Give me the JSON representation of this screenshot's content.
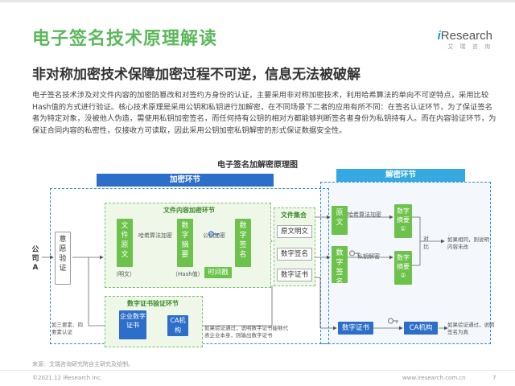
{
  "title": "电子签名技术原理解读",
  "subtitle": "非对称加密技术保障加密过程不可逆，信息无法被破解",
  "body_text": "电子签名技术涉及对文件内容的加密防篡改和对签约方身份的认证，主要采用非对称加密技术，利用哈希算法的单向不可逆特点，采用比较Hash值的方式进行验证。核心技术原理是采用公钥和私钥进行加解密，在不同场景下二者的应用有所不同：在签名认证环节，为了保证签名者为特定对象，没被他人伪造，需使用私钥加密签名，而任何持有公钥的相对方都能够判断签名者身份为私钥持有人。而在内容验证环节，为保证合同内容的私密性，仅接收方可读取，因此采用公钥加密私钥解密的形式保证数据安全性。",
  "logo": {
    "brand_prefix": "i",
    "brand_suffix": "Research",
    "tagline": "艾 瑞 咨 询"
  },
  "diagram": {
    "title": "电子签名加解密原理图",
    "enc_header": "加密环节",
    "dec_header": "解密环节",
    "company": "公司A",
    "intent": "意愿验证",
    "intent_note": "如三要素、四要素认证",
    "file_zone_title": "文件内容加密环节",
    "plain": "文件原文",
    "plain_note": "（明文）",
    "hash_algo": "哈希算法加密",
    "digest": "数字摘要",
    "hash_note": "（Hash值）",
    "pubkey_enc": "公钥加密",
    "signature": "数字签名",
    "timestamp": "时间戳",
    "cert_zone_title": "数字证书验证环节",
    "enterprise_cert": "企业数字证书",
    "ca": "CA机构",
    "verify_note": "如果验证通过，说明数字证书能够代表企业本身，则输出数字证书",
    "fileset_title": "文件集合",
    "fileset_plain": "原文明文",
    "fileset_sig": "数字签名",
    "fileset_cert": "数字证书",
    "dec_plain": "原文",
    "dec_hash_algo": "哈希算法加密",
    "dec_digest1": "数字摘要①",
    "dec_sig": "数字签名",
    "privkey_dec": "私钥解密",
    "dec_digest2": "数字摘要②",
    "compare": "对比",
    "compare_note": "如果相同，则说明内容未改",
    "dec_cert": "数字证书",
    "dec_ca": "CA机构",
    "dec_ca_note": "如果验证通过，说明签名为真"
  },
  "source": "来源：艾瑞咨询研究院自主研究及绘制。",
  "copyright": "©2021.12 iResearch Inc.",
  "website": "www.iresearch.com.cn",
  "page_number": "7",
  "colors": {
    "title_green": "#5cb85c",
    "blue": "#2d6fc8",
    "light_blue": "#36a9e1",
    "green_box": "#6cc24a"
  }
}
